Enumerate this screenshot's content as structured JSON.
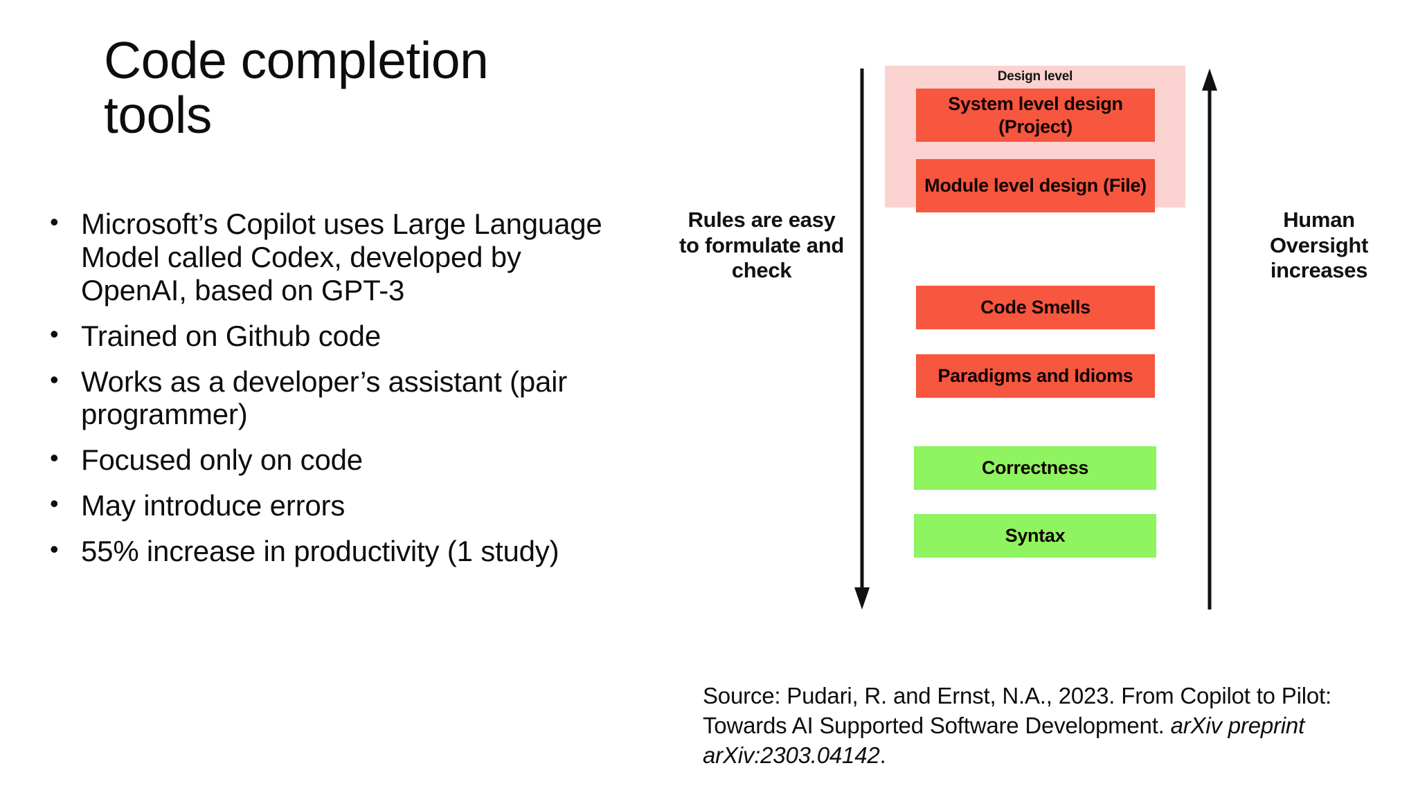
{
  "slide": {
    "title": "Code completion tools",
    "bullets": [
      "Microsoft’s Copilot uses Large Language Model called Codex, developed by OpenAI, based on GPT-3",
      "Trained on Github code",
      "Works as a developer’s assistant (pair programmer)",
      "Focused only on code",
      "May introduce errors",
      "55% increase in productivity (1 study)"
    ]
  },
  "figure": {
    "left_label": "Rules are easy to formulate and check",
    "right_label": "Human Oversight increases",
    "left_arrow_direction": "down",
    "right_arrow_direction": "up",
    "design_group_title": "Design level",
    "levels": [
      {
        "label": "System level design (Project)",
        "color": "#f7563f",
        "group": "design-level"
      },
      {
        "label": "Module level design (File)",
        "color": "#f7563f",
        "group": "design-level"
      },
      {
        "label": "Code Smells",
        "color": "#f7563f",
        "group": ""
      },
      {
        "label": "Paradigms and Idioms",
        "color": "#f7563f",
        "group": ""
      },
      {
        "label": "Correctness",
        "color": "#8ef45f",
        "group": ""
      },
      {
        "label": "Syntax",
        "color": "#8ef45f",
        "group": ""
      }
    ],
    "colors": {
      "red_box": "#f7563f",
      "green_box": "#8ef45f",
      "design_group_background": "#fad3d0",
      "arrow": "#111111"
    }
  },
  "source": {
    "line1": "Source: Pudari, R. and Ernst, N.A., 2023. From Copilot to Pilot: Towards AI Supported Software Development. ",
    "italic_part": "arXiv preprint arXiv:2303.04142",
    "line_end": "."
  }
}
